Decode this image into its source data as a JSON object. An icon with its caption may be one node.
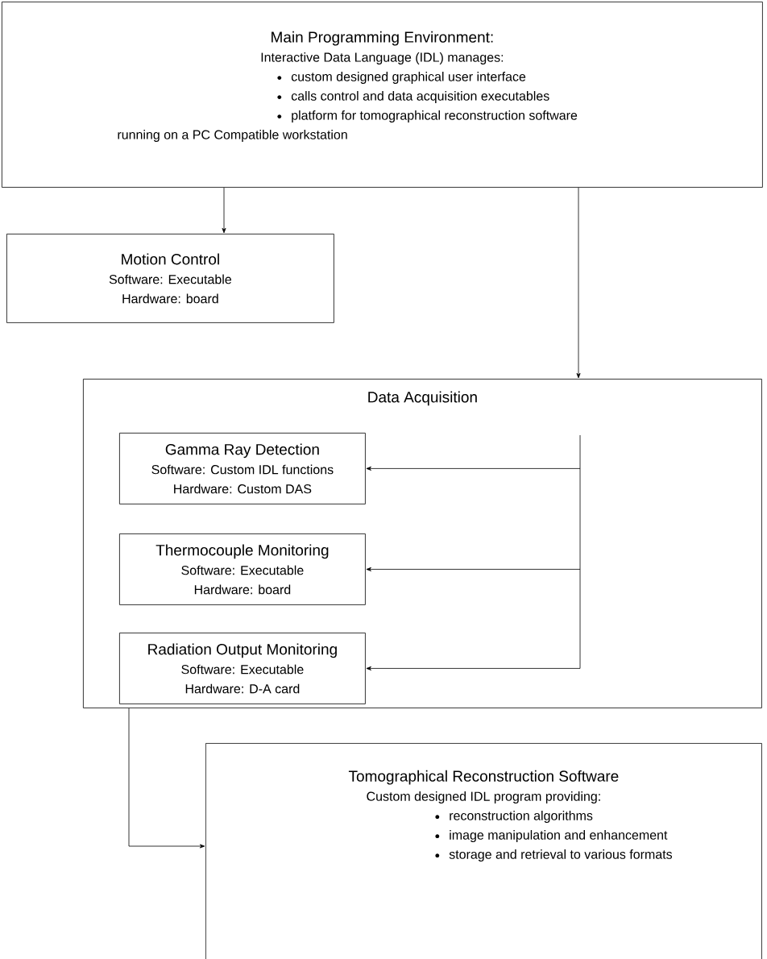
{
  "diagram": {
    "nodes": [
      {
        "text": [
          "Main Programming Environment:",
          "Interactive Data Language (IDL) manages:",
          "custom designed graphical user interface",
          "calls control and data acquisition executables",
          "platform for tomographical reconstruction software",
          "running on a PC Compatible workstation"
        ]
      },
      {
        "text": [
          "Motion Control",
          "Software: Executable",
          "Hardware: board"
        ]
      },
      {
        "text": [
          "Data Acquisition"
        ]
      },
      {
        "text": [
          "Gamma Ray Detection",
          "Software: Custom IDL functions",
          "Hardware: Custom DAS"
        ],
        "in": 2
      },
      {
        "text": [
          "Thermocouple Monitoring",
          "Software: Executable",
          "Hardware: board"
        ],
        "in": 2
      },
      {
        "text": [
          "Radiation Output Monitoring",
          "Software: Executable",
          "Hardware: D-A card"
        ],
        "in": 2
      },
      {
        "text": [
          "Tomographical Reconstruction Software",
          "Custom designed IDL program providing:",
          "reconstruction algorithms",
          "image manipulation and enhancement",
          "storage and retrieval to various formats"
        ]
      }
    ],
    "edges": [
      {
        "from": 0,
        "to": 1,
        "arrow": "to"
      },
      {
        "from": 0,
        "to": 2,
        "arrow": "to"
      },
      {
        "from": null,
        "to": 3,
        "arrow": "to"
      },
      {
        "from": null,
        "to": 4,
        "arrow": "to"
      },
      {
        "from": null,
        "to": 5,
        "arrow": "to"
      },
      {
        "from": 2,
        "to": 6,
        "arrow": "to"
      }
    ]
  }
}
